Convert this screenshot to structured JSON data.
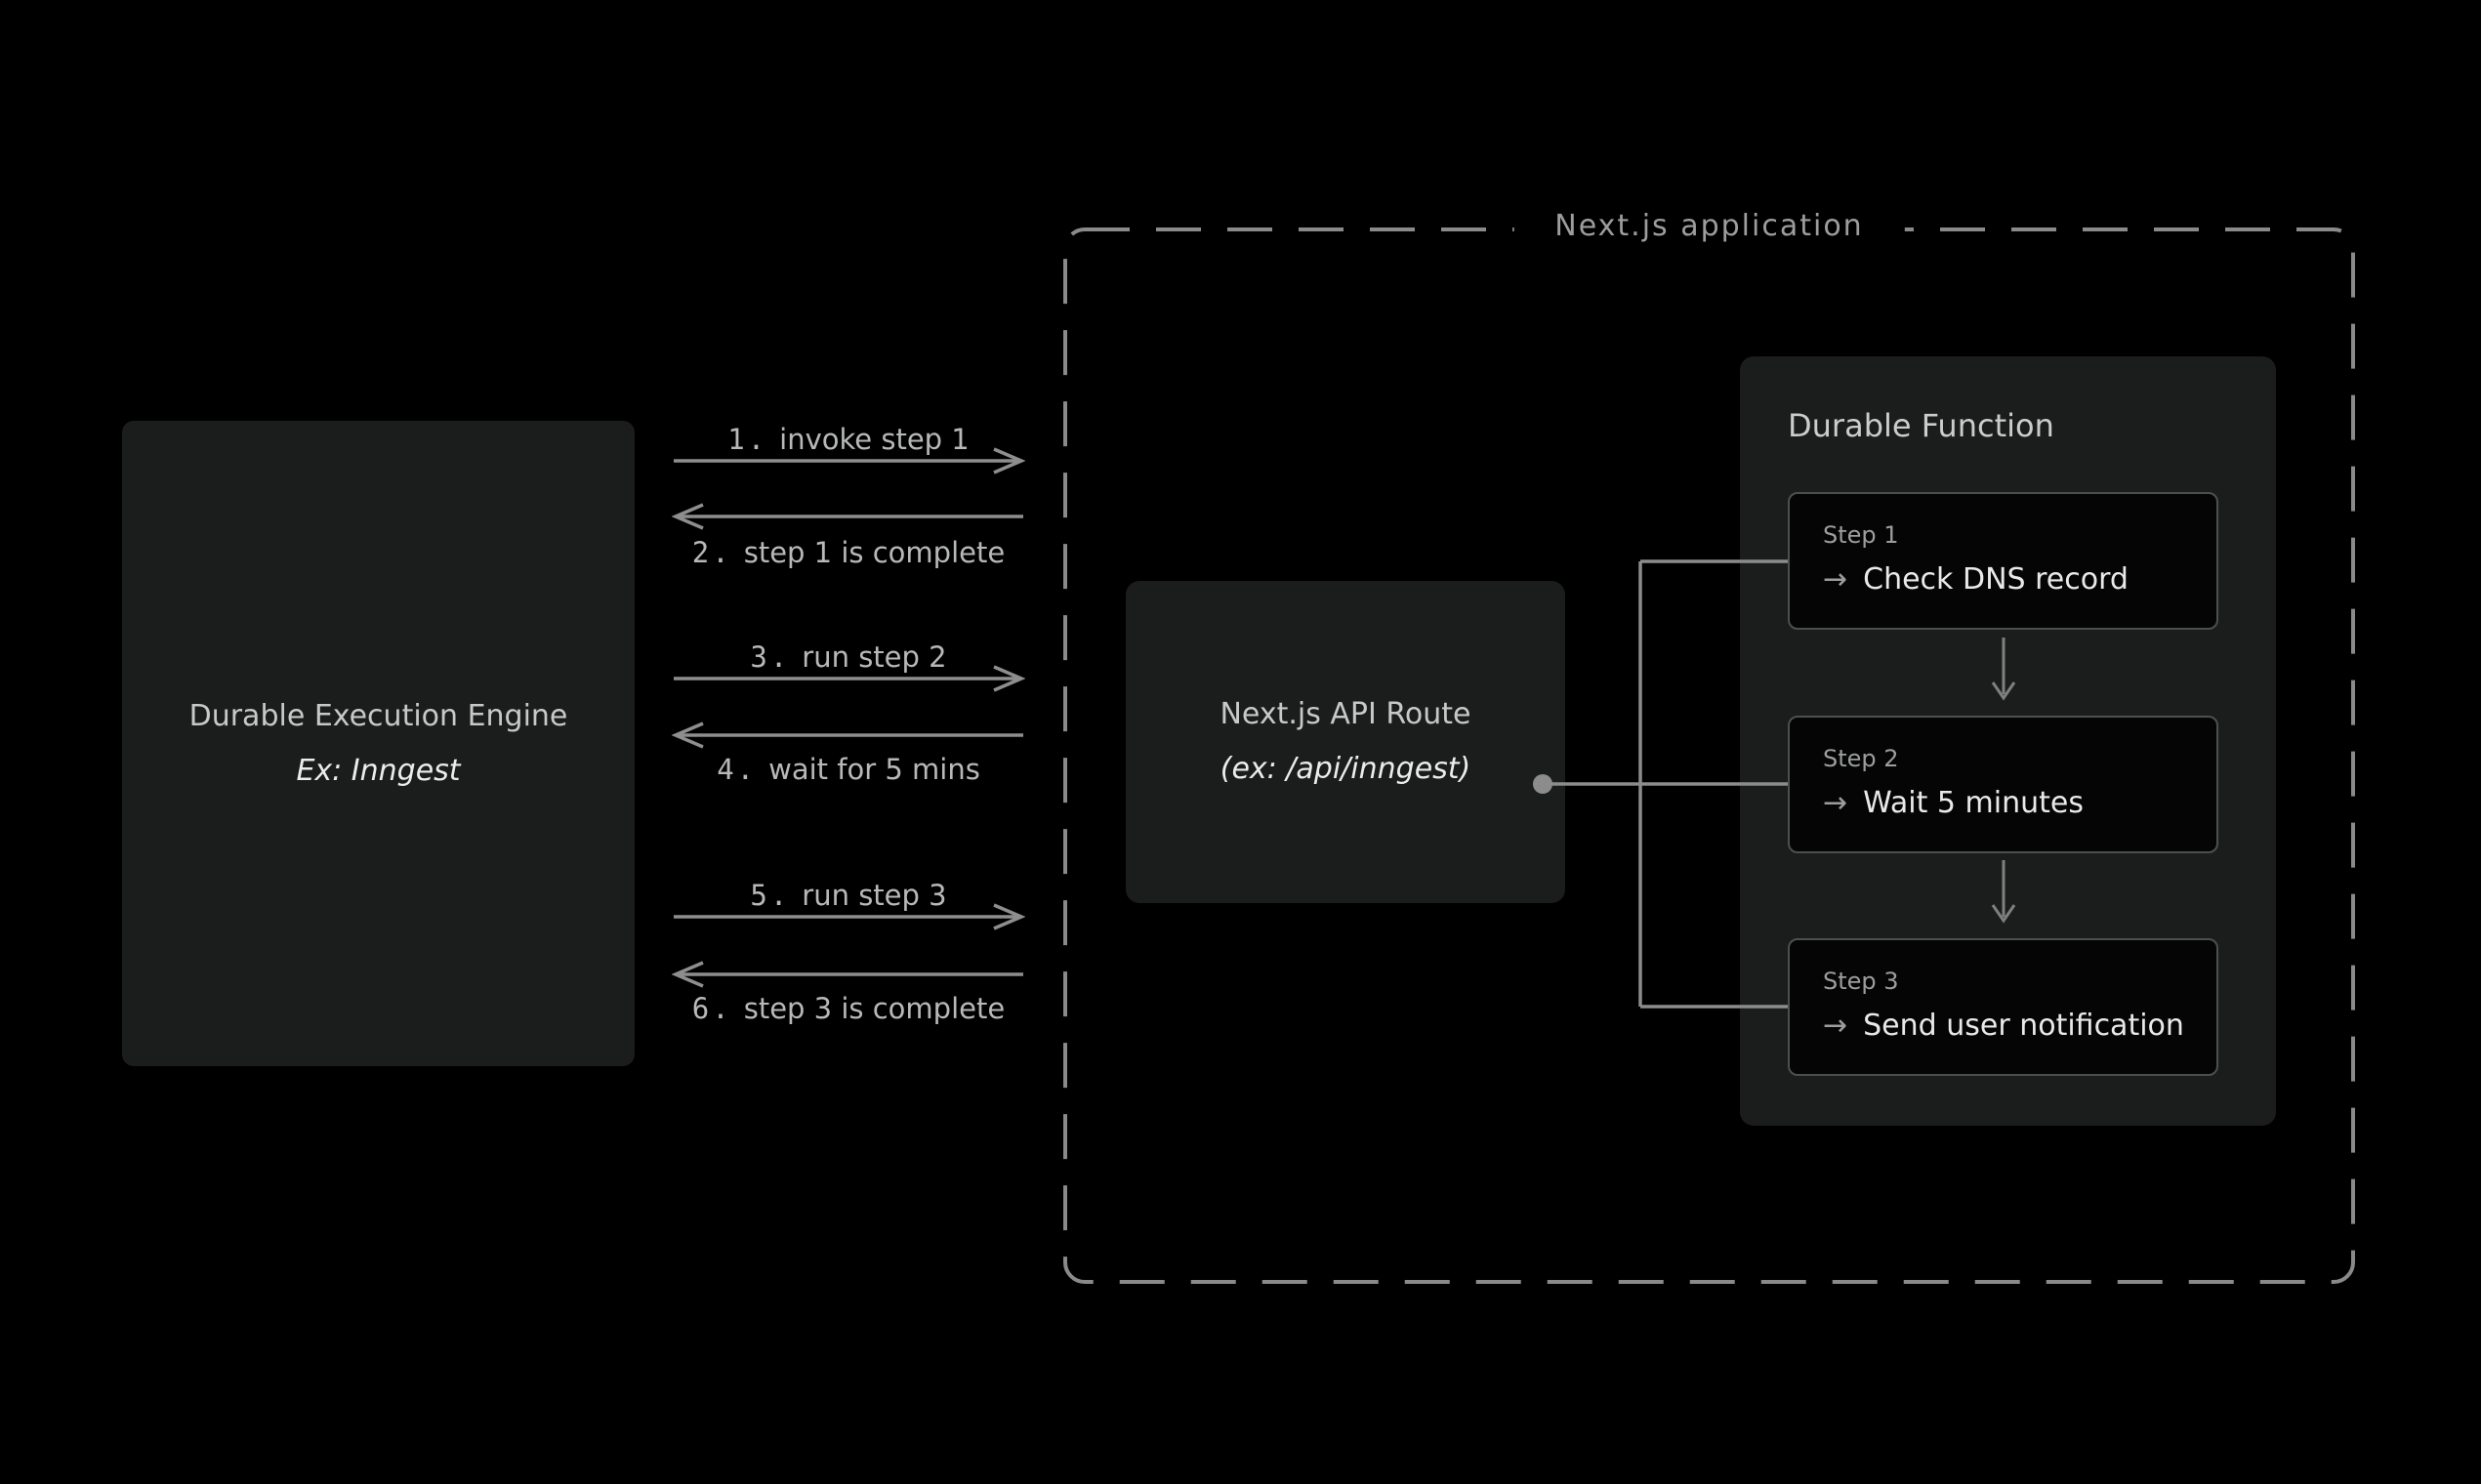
{
  "engine_box": {
    "title": "Durable Execution Engine",
    "subtitle": "Ex: Inngest"
  },
  "sequence_arrows": [
    {
      "num": "1.",
      "label": "invoke step 1",
      "direction": "right"
    },
    {
      "num": "2.",
      "label": "step 1 is complete",
      "direction": "left"
    },
    {
      "num": "3.",
      "label": "run step 2",
      "direction": "right"
    },
    {
      "num": "4.",
      "label": "wait for 5 mins",
      "direction": "left"
    },
    {
      "num": "5.",
      "label": "run step 3",
      "direction": "right"
    },
    {
      "num": "6.",
      "label": "step 3 is complete",
      "direction": "left"
    }
  ],
  "nextjs_container": {
    "label": "Next.js application"
  },
  "api_box": {
    "title": "Next.js API Route",
    "subtitle": "(ex: /api/inngest)"
  },
  "durable_function": {
    "title": "Durable Function",
    "steps": [
      {
        "label": "Step 1",
        "arrow_icon": "→",
        "action": "Check DNS record"
      },
      {
        "label": "Step 2",
        "arrow_icon": "→",
        "action": "Wait 5 minutes"
      },
      {
        "label": "Step 3",
        "arrow_icon": "→",
        "action": "Send user notification"
      }
    ]
  },
  "colors": {
    "background": "#000000",
    "panel_bg": "#1b1c1c",
    "step_bg": "#050505",
    "step_border": "#4d4f4e",
    "line": "#8c8c8c",
    "dashed_border": "#8a8a8a",
    "text_primary": "#ececec",
    "text_secondary": "#c7c9c8",
    "text_muted": "#9c9e9d",
    "arrow_label_text": "#b7b9b8"
  }
}
